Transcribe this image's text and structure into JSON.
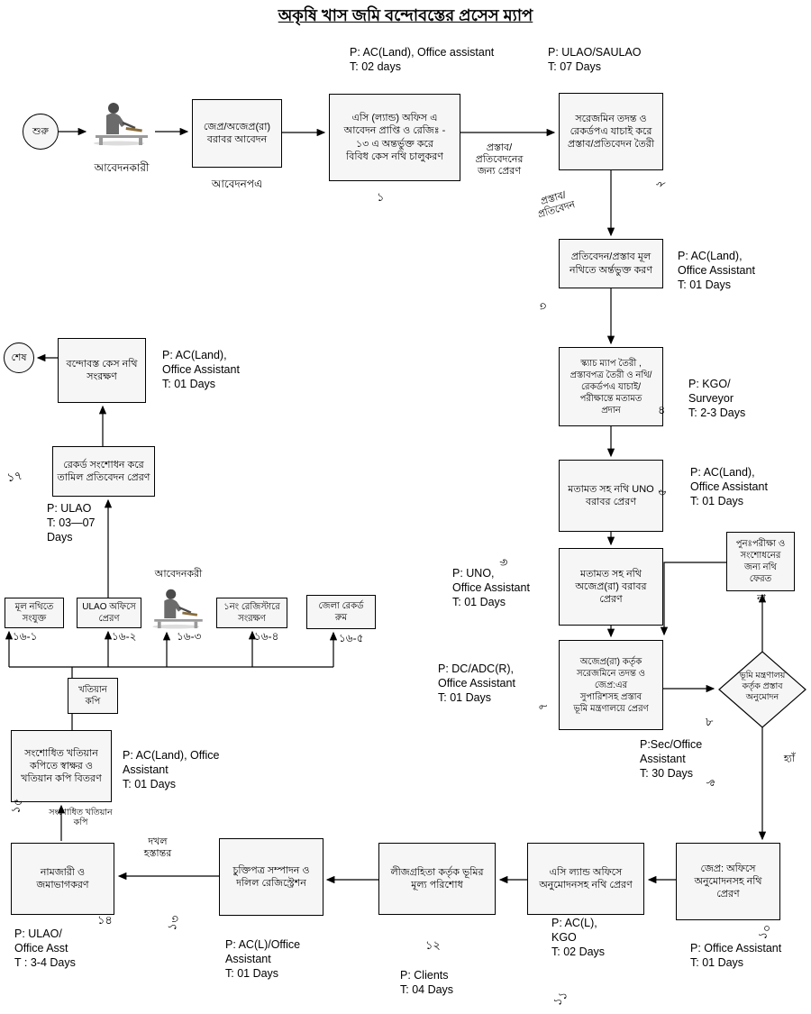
{
  "title": "অকৃষি খাস জমি বন্দোবস্তের প্রসেস ম্যাপ",
  "nodes": {
    "start": "শুরু",
    "end": "শেষ",
    "applicant_top": "আবেদনকারী",
    "applicant_mid": "আবেদনকরী",
    "application": "জেপ্র/অজেপ্র(রা)\nবরাবর আবেদন",
    "application_caption": "আবেদনপএ",
    "case_open": "এসি (ল্যান্ড) অফিস এ\nআবেদন প্রাপ্তি ও রেজিঃ -\n১৩ এ অন্তর্ভুক্ত করে\nবিবিধ কেস নথি চালুকরণ",
    "field_inquiry": "সরেজমিন তদন্ত ও\nরেকর্ডপএ যাচাই করে\nপ্রস্তাব/প্রতিবেদন তৈরী",
    "report_attach": "প্রতিবেদন/প্রস্তাব মূল\nনথিতে অর্ন্তভুক্ত করণ",
    "sketch_map": "স্ক্যাচ ম্যাপ তৈরী ,\nপ্রস্তাবপত্র তৈরী ও নথি/\nরেকর্ডপএ যাচাই/\nপরীক্ষান্তে মতামত\nপ্রদান",
    "to_uno": "মতামত সহ নথি UNO\nবরাবর প্রেরণ",
    "to_adc": "মতামত সহ নথি\nঅজেপ্র(রা) বরাবর\nপ্রেরণ",
    "dc_proposal": "অজেপ্র(রা) কর্তৃক\nসরেজমিনে তদন্ত ও\nজেপ্র:এর\nসুপারিশসহ প্রস্তাব\nভূমি মন্ত্রণালয়ে প্রেরণ",
    "return_file": "পুনঃপরীক্ষা ও\nসংশোধনের\nজন্য নথি\nফেরত",
    "ministry_approval": "ভূমি মন্ত্রণালয়\nকর্তৃক প্রস্তাব\nঅনুমোদন",
    "to_dc_office": "জেপ্র: অফিসে\nঅনুমোদনসহ নথি\nপ্রেরণ",
    "to_acland_office": "এসি ল্যান্ড অফিসে\nঅনুমোদনসহ নথি প্রেরণ",
    "pay_price": "লীজগ্রহিতা কর্তৃক ভূমির\nমূল্য পরিশোধ",
    "deed_registration": "চুক্তিপত্র সম্পাদন ও\nদলিল রেজিস্ট্রেশন",
    "mutation": "নামজারী ও\nজমাভাগকরণ",
    "khatiyan_sign": "সংশোধিত খতিয়ান\nকপিতে স্বাক্ষর ও\nখতিয়ান কপি বিতরণ",
    "khatiyan_copy": "খতিয়ান\nকপি",
    "attach_main_file": "মূল নথিতে\nসংযুক্ত",
    "send_ulao": "ULAO অফিসে\nপ্রেরণ",
    "register_one": "১নং রেজিস্টারে\nসংরক্ষণ",
    "district_record": "জেলা রেকর্ড\nরুম",
    "record_correction": "রেকর্ড সংশোধন করে\nতামিল প্রতিবেদন প্রেরণ",
    "case_archive": "বন্দোবস্ত  কেস নথি\nসংরক্ষণ"
  },
  "edge_labels": {
    "send_for_proposal": "প্রস্তাব/\nপ্রতিবেদনের\nজন্য প্রেরণ",
    "proposal_report": "প্রস্তাব/\nপ্রতিবেদন",
    "no": "না",
    "yes": "হ্যাঁ",
    "possession": "দখল\nহস্তান্তর",
    "corrected_khatiyan": "সংশোধিত খতিয়ান\nকপি"
  },
  "annotations": {
    "a1": "P: AC(Land), Office assistant\nT: 02 days",
    "a2": "P: ULAO/SAULAO\nT: 07 Days",
    "a3": "P: AC(Land),\nOffice Assistant\nT: 01 Days",
    "a4": "P: KGO/\nSurveyor\nT: 2-3 Days",
    "a5": "P: AC(Land),\nOffice Assistant\nT: 01 Days",
    "a6": "P: UNO,\nOffice Assistant\nT: 01 Days",
    "a7": "P: DC/ADC(R),\nOffice Assistant\nT: 01 Days",
    "a8": "P:Sec/Office\nAssistant\nT: 30 Days",
    "a9": "P: Office Assistant\nT: 01 Days",
    "a10": "P: AC(L),\nKGO\nT: 02 Days",
    "a11": "P: Clients\nT: 04 Days",
    "a12": "P: AC(L)/Office\nAssistant\nT: 01 Days",
    "a13": "P: ULAO/\nOffice Asst\nT : 3-4 Days",
    "a14": "P: AC(Land), Office\nAssistant\nT: 01 Days",
    "a15": "P: ULAO\nT: 03—07\nDays",
    "a16": "P: AC(Land),\nOffice Assistant\nT: 01 Days"
  },
  "numbers": {
    "n1": "১",
    "n2": "২",
    "n3": "৩",
    "n4": "৪",
    "n5": "৫",
    "n6": "৬",
    "n7": "৭",
    "n8": "৮",
    "n9": "৯",
    "n10": "১০",
    "n11": "১১",
    "n12": "১২",
    "n13": "১৩",
    "n14": "১৪",
    "n15": "১৫",
    "n17": "১৭",
    "n16_1": "১৬-১",
    "n16_2": "১৬-২",
    "n16_3": "১৬-৩",
    "n16_4": "১৬-৪",
    "n16_5": "১৬-৫"
  }
}
